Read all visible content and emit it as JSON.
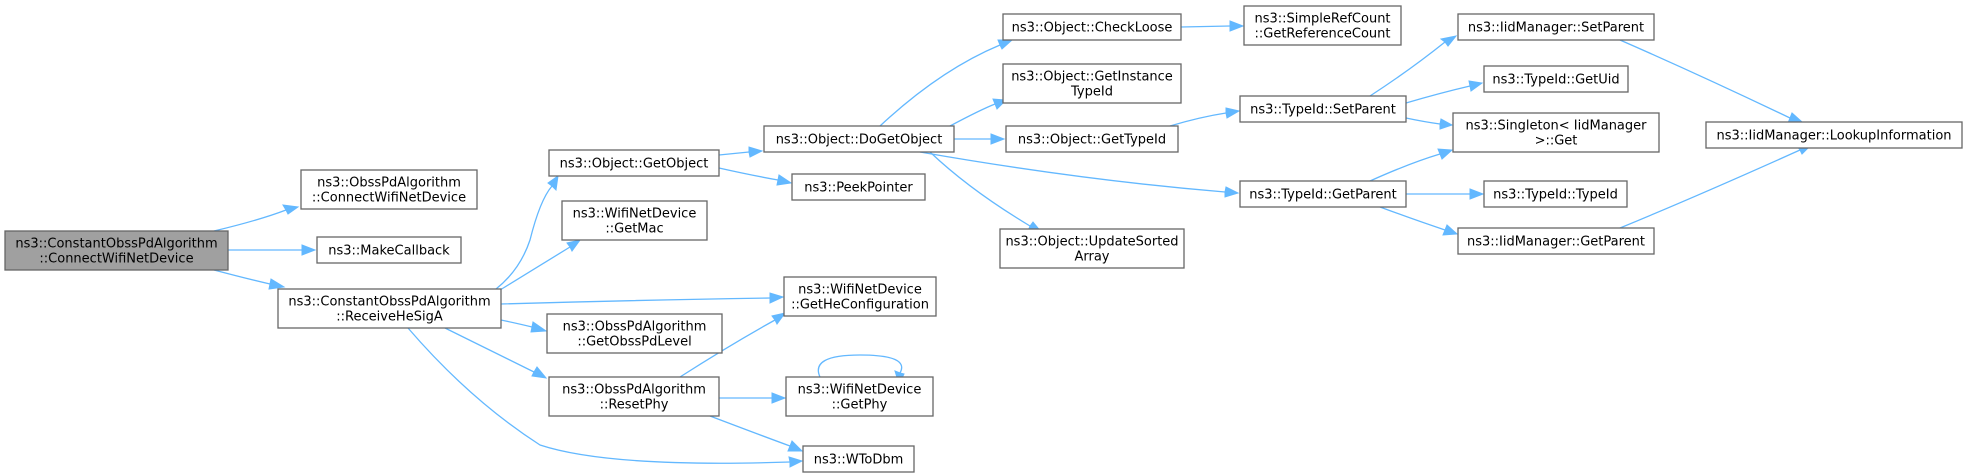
{
  "diagram": {
    "kind": "call-graph",
    "colors": {
      "edge": "#63b8ff",
      "node_border": "#666666",
      "root_fill": "#a0a0a0",
      "node_fill": "#ffffff",
      "text": "#000000"
    },
    "nodes": [
      {
        "id": "root",
        "lines": [
          "ns3::ConstantObssPdAlgorithm",
          "::ConnectWifiNetDevice"
        ],
        "highlighted": true
      },
      {
        "id": "obss_connect",
        "lines": [
          "ns3::ObssPdAlgorithm",
          "::ConnectWifiNetDevice"
        ]
      },
      {
        "id": "make_callback",
        "lines": [
          "ns3::MakeCallback"
        ]
      },
      {
        "id": "receive_he_siga",
        "lines": [
          "ns3::ConstantObssPdAlgorithm",
          "::ReceiveHeSigA"
        ]
      },
      {
        "id": "get_object",
        "lines": [
          "ns3::Object::GetObject"
        ]
      },
      {
        "id": "get_mac",
        "lines": [
          "ns3::WifiNetDevice",
          "::GetMac"
        ]
      },
      {
        "id": "get_obss_pd_level",
        "lines": [
          "ns3::ObssPdAlgorithm",
          "::GetObssPdLevel"
        ]
      },
      {
        "id": "reset_phy",
        "lines": [
          "ns3::ObssPdAlgorithm",
          "::ResetPhy"
        ]
      },
      {
        "id": "do_get_object",
        "lines": [
          "ns3::Object::DoGetObject"
        ]
      },
      {
        "id": "peek_pointer",
        "lines": [
          "ns3::PeekPointer"
        ]
      },
      {
        "id": "get_he_config",
        "lines": [
          "ns3::WifiNetDevice",
          "::GetHeConfiguration"
        ]
      },
      {
        "id": "get_phy",
        "lines": [
          "ns3::WifiNetDevice",
          "::GetPhy"
        ]
      },
      {
        "id": "w_to_dbm",
        "lines": [
          "ns3::WToDbm"
        ]
      },
      {
        "id": "check_loose",
        "lines": [
          "ns3::Object::CheckLoose"
        ]
      },
      {
        "id": "get_instance_typeid",
        "lines": [
          "ns3::Object::GetInstance",
          "TypeId"
        ]
      },
      {
        "id": "get_typeid",
        "lines": [
          "ns3::Object::GetTypeId"
        ]
      },
      {
        "id": "update_sorted_array",
        "lines": [
          "ns3::Object::UpdateSorted",
          "Array"
        ]
      },
      {
        "id": "get_reference_count",
        "lines": [
          "ns3::SimpleRefCount",
          "::GetReferenceCount"
        ]
      },
      {
        "id": "typeid_set_parent",
        "lines": [
          "ns3::TypeId::SetParent"
        ]
      },
      {
        "id": "typeid_get_parent",
        "lines": [
          "ns3::TypeId::GetParent"
        ]
      },
      {
        "id": "iid_set_parent",
        "lines": [
          "ns3::IidManager::SetParent"
        ]
      },
      {
        "id": "typeid_get_uid",
        "lines": [
          "ns3::TypeId::GetUid"
        ]
      },
      {
        "id": "singleton_get",
        "lines": [
          "ns3::Singleton< IidManager",
          " >::Get"
        ]
      },
      {
        "id": "typeid_typeid",
        "lines": [
          "ns3::TypeId::TypeId"
        ]
      },
      {
        "id": "iid_get_parent",
        "lines": [
          "ns3::IidManager::GetParent"
        ]
      },
      {
        "id": "lookup_information",
        "lines": [
          "ns3::IidManager::LookupInformation"
        ]
      }
    ],
    "edges": [
      [
        "root",
        "obss_connect"
      ],
      [
        "root",
        "make_callback"
      ],
      [
        "root",
        "receive_he_siga"
      ],
      [
        "receive_he_siga",
        "get_object"
      ],
      [
        "receive_he_siga",
        "get_mac"
      ],
      [
        "receive_he_siga",
        "get_he_config"
      ],
      [
        "receive_he_siga",
        "get_obss_pd_level"
      ],
      [
        "receive_he_siga",
        "reset_phy"
      ],
      [
        "receive_he_siga",
        "w_to_dbm"
      ],
      [
        "get_object",
        "do_get_object"
      ],
      [
        "get_object",
        "peek_pointer"
      ],
      [
        "reset_phy",
        "get_he_config"
      ],
      [
        "reset_phy",
        "get_phy"
      ],
      [
        "reset_phy",
        "w_to_dbm"
      ],
      [
        "get_phy",
        "get_phy"
      ],
      [
        "do_get_object",
        "check_loose"
      ],
      [
        "do_get_object",
        "get_instance_typeid"
      ],
      [
        "do_get_object",
        "get_typeid"
      ],
      [
        "do_get_object",
        "update_sorted_array"
      ],
      [
        "do_get_object",
        "typeid_get_parent"
      ],
      [
        "check_loose",
        "get_reference_count"
      ],
      [
        "get_typeid",
        "typeid_set_parent"
      ],
      [
        "typeid_set_parent",
        "iid_set_parent"
      ],
      [
        "typeid_set_parent",
        "typeid_get_uid"
      ],
      [
        "typeid_set_parent",
        "singleton_get"
      ],
      [
        "typeid_get_parent",
        "singleton_get"
      ],
      [
        "typeid_get_parent",
        "typeid_typeid"
      ],
      [
        "typeid_get_parent",
        "iid_get_parent"
      ],
      [
        "iid_set_parent",
        "lookup_information"
      ],
      [
        "iid_get_parent",
        "lookup_information"
      ]
    ]
  }
}
